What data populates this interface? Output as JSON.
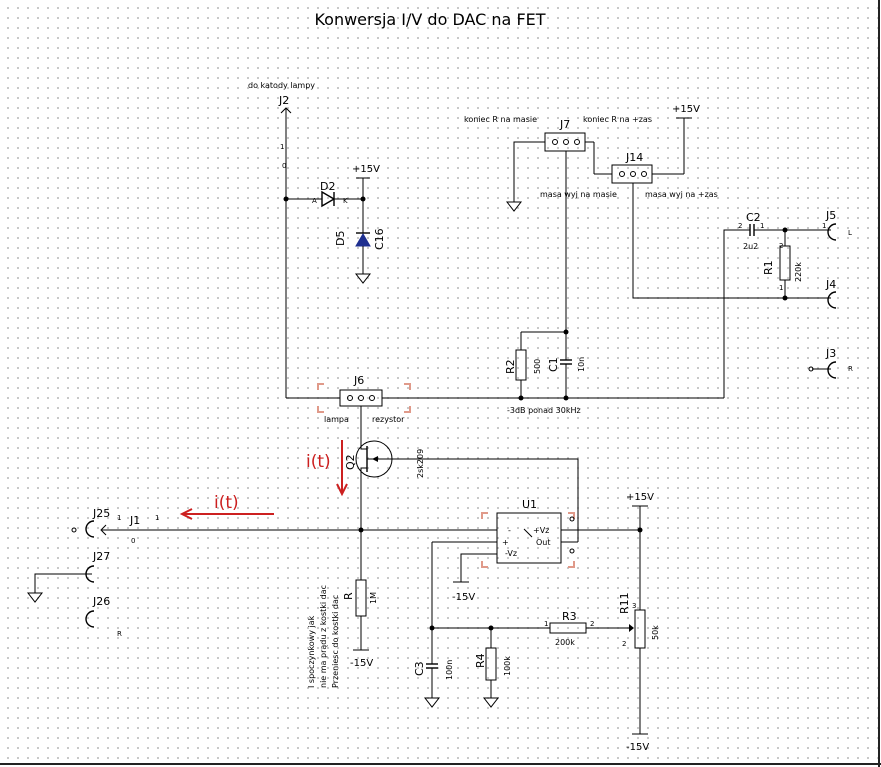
{
  "title": "Konwersja I/V do DAC na FET",
  "annotations": {
    "do_katody": "do katody lampy",
    "koniec_masie": "koniec R na masie",
    "koniec_zas": "koniec R na +zas",
    "masa_wyj_masie": "masa wyj na masie",
    "masa_wyj_zas": "masa wyj na +zas",
    "minus3db": "-3dB ponad 30kHz",
    "lampa": "lampa",
    "rezystor": "rezystor",
    "note_line1": "I spoczynkowy jak",
    "note_line2": "nie ma prądu z kostki dac",
    "note_line3": "Przeniesc do kostki dac",
    "current_label": "i(t)",
    "current_label_2": "i(t)"
  },
  "power": {
    "p15_d5": "+15V",
    "p15_j7": "+15V",
    "p15_u1": "+15V",
    "m15_u1": "-15V",
    "m15_r": "-15V",
    "m15_r11": "-15V"
  },
  "components": {
    "J2": "J2",
    "D2": "D2",
    "D5": "D5",
    "C16": "C16",
    "J7": "J7",
    "J14": "J14",
    "C2": "C2",
    "C2_value": "2u2",
    "R1": "R1",
    "R1_value": "220k",
    "J5": "J5",
    "J4": "J4",
    "J3": "J3",
    "R2": "R2",
    "R2_value": "500",
    "C1": "C1",
    "C1_value": "10n",
    "J6": "J6",
    "Q2": "Q2",
    "Q2_value": "2sk209",
    "U1": "U1",
    "J1": "J1",
    "J25": "J25",
    "J27": "J27",
    "J26": "J26",
    "R": "R",
    "R_value": "1M",
    "R3": "R3",
    "R3_value": "200k",
    "R11": "R11",
    "R11_value": "50k",
    "C3": "C3",
    "C3_value": "100n",
    "R4": "R4",
    "R4_value": "100k"
  },
  "opamp_pins": {
    "minus": "-",
    "plus": "+",
    "vz_neg": "-Vz",
    "vz_pos": "+Vz",
    "out": "Out"
  },
  "pins": {
    "one": "1",
    "two": "2",
    "three": "3",
    "zero": "0",
    "A": "A",
    "K": "K",
    "L": "L",
    "R": "R"
  },
  "colors": {
    "wire": "#000000",
    "current_arrow": "#cc2020",
    "selection_marks": "#e09a8a"
  }
}
